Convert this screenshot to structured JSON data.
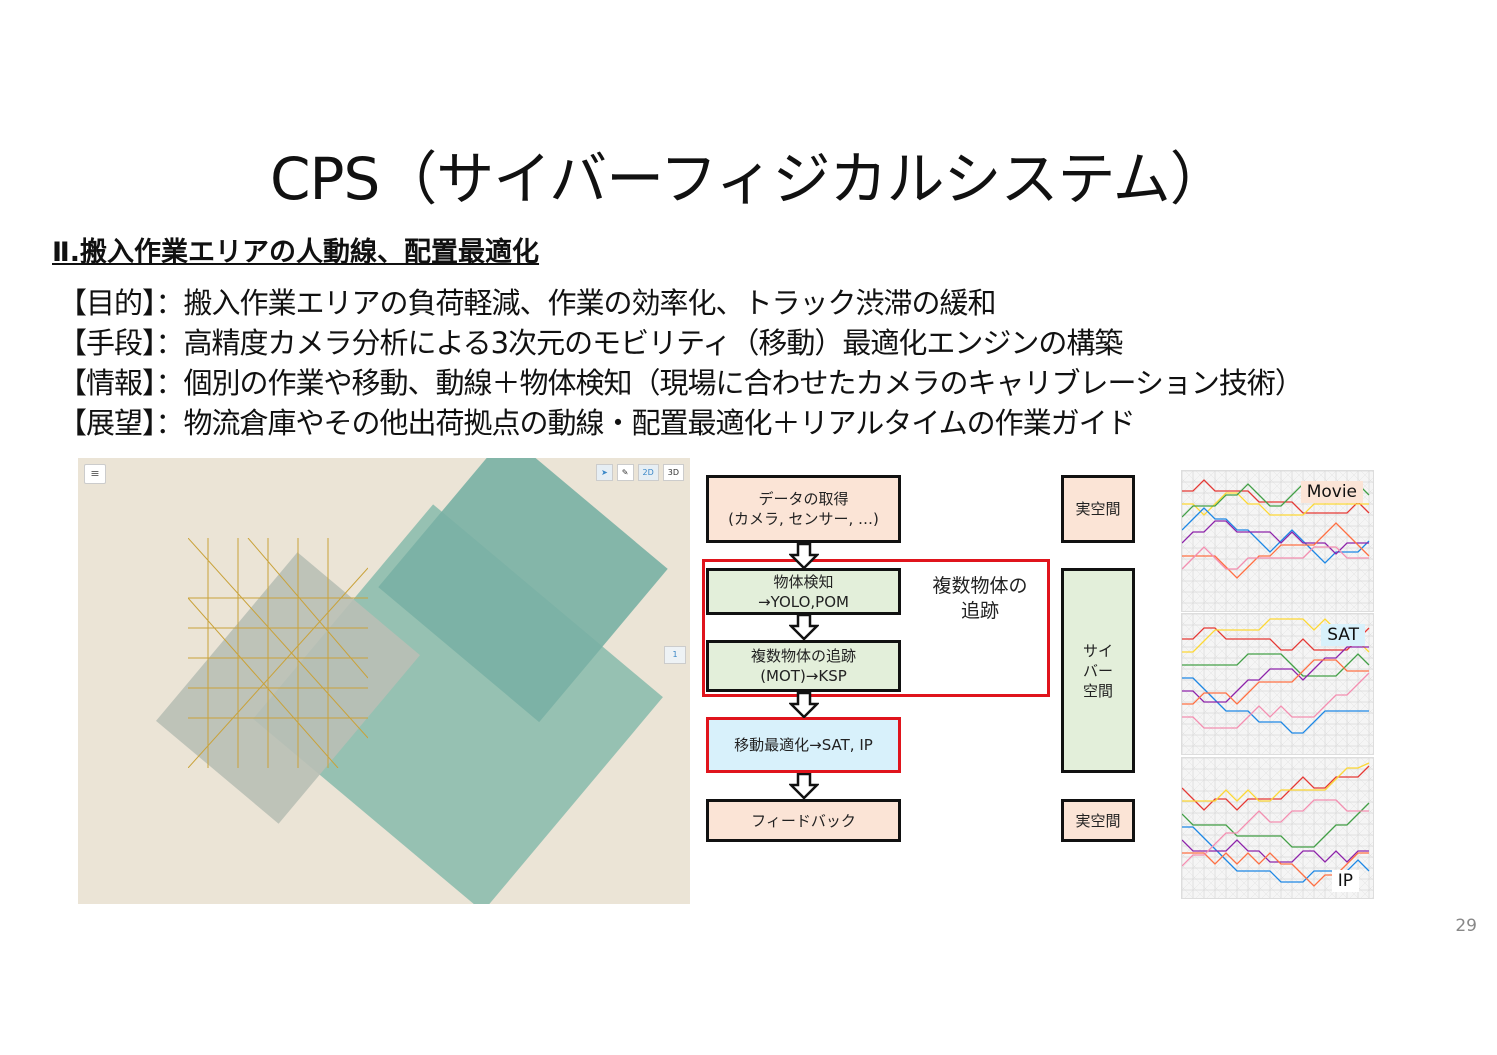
{
  "title": "CPS（サイバーフィジカルシステム）",
  "subtitle": "Ⅱ.搬入作業エリアの人動線、配置最適化",
  "lines": [
    "【目的】：搬入作業エリアの負荷軽減、作業の効率化、トラック渋滞の緩和",
    "【手段】：高精度カメラ分析による3次元のモビリティ（移動）最適化エンジンの構築",
    "【情報】：個別の作業や移動、動線＋物体検知（現場に合わせたカメラのキャリブレーション技術）",
    "【展望】：物流倉庫やその他出荷拠点の動線・配置最適化＋リアルタイムの作業ガイド"
  ],
  "map": {
    "menu_icon": "menu-icon",
    "tool_select": "cursor-icon",
    "tool_pen": "pen-icon",
    "mode_2d": "2D",
    "mode_3d": "3D",
    "page": "1"
  },
  "flow": {
    "b1a": "データの取得",
    "b1b": "(カメラ, センサー, …)",
    "b2a": "物体検知",
    "b2b": "→YOLO,POM",
    "b3a": "複数物体の追跡",
    "b3b": "(MOT)→KSP",
    "b4": "移動最適化→SAT, IP",
    "b5": "フィードバック",
    "group_a": "複数物体の",
    "group_b": "追跡",
    "side1": "実空間",
    "side2a": "サイ",
    "side2b": "バー",
    "side2c": "空間",
    "side3": "実空間"
  },
  "panels": [
    "Movie",
    "SAT",
    "IP"
  ],
  "page_number": "29"
}
